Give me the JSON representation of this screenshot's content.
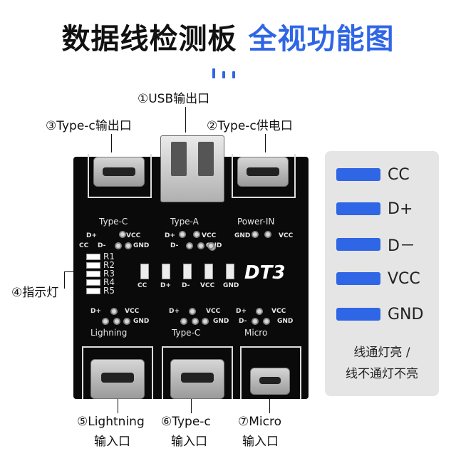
{
  "title": {
    "main": "数据线检测板",
    "accent": "全视功能图"
  },
  "callouts": {
    "usb_out": "①USB输出口",
    "typec_out": "③Type-c输出口",
    "typec_power": "②Type-c供电口",
    "indicator": "④指示灯",
    "lightning_line1": "⑤Lightning",
    "lightning_line2": "输入口",
    "typec_in_line1": "⑥Type-c",
    "typec_in_line2": "输入口",
    "micro_line1": "⑦Micro",
    "micro_line2": "输入口"
  },
  "legend": [
    {
      "label": "CC",
      "color": "#2f66e6"
    },
    {
      "label": "D+",
      "color": "#2f66e6"
    },
    {
      "label": "D－",
      "color": "#2f66e6"
    },
    {
      "label": "VCC",
      "color": "#2f66e6"
    },
    {
      "label": "GND",
      "color": "#2f66e6"
    }
  ],
  "legend_note": {
    "line1": "线通灯亮 /",
    "line2": "线不通灯不亮"
  },
  "board": {
    "model": "DT3",
    "labels": {
      "type_c_top": "Type-C",
      "type_a": "Type-A",
      "power_in": "Power-IN",
      "lighning": "Lighning",
      "type_c_bottom": "Type-C",
      "micro": "Micro"
    },
    "pins": {
      "dplus": "D+",
      "vcc": "VCC",
      "cc": "CC",
      "dminus": "D-",
      "gnd": "GND"
    },
    "resistors": [
      "R1",
      "R2",
      "R3",
      "R4",
      "R5"
    ],
    "led_labels": [
      "CC",
      "D+",
      "D-",
      "VCC",
      "GND"
    ]
  },
  "colors": {
    "accent": "#2f66e6",
    "board": "#0a0a0a",
    "panel": "#e5e5e5"
  }
}
